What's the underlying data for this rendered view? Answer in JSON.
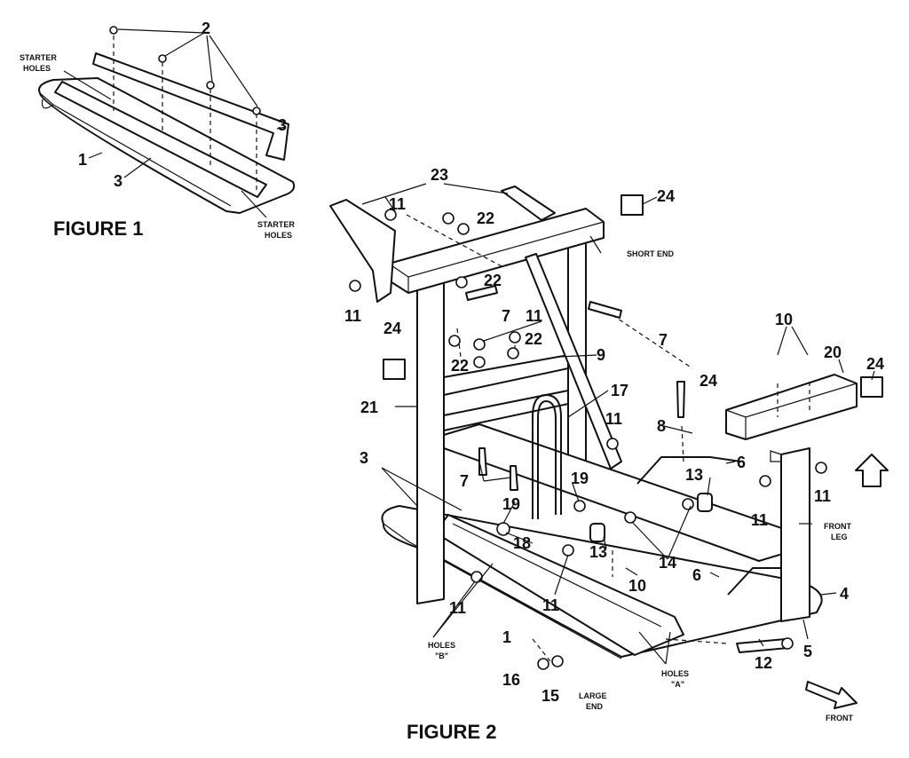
{
  "figures": {
    "figure1_title": "FIGURE 1",
    "figure2_title": "FIGURE 2"
  },
  "text_labels": {
    "starter_holes": "STARTER HOLES",
    "starter_holes_b": "STARTER HOLES",
    "short_end": "SHORT END",
    "front_leg": "FRONT LEG",
    "holes_b": "HOLES \"B\"",
    "holes_a": "HOLES \"A\"",
    "large_end": "LARGE END",
    "front": "FRONT"
  },
  "callouts": {
    "c1": "1",
    "c2": "2",
    "c3": "3",
    "c4": "4",
    "c5": "5",
    "c6": "6",
    "c7": "7",
    "c8": "8",
    "c9": "9",
    "c10": "10",
    "c11": "11",
    "c12": "12",
    "c13": "13",
    "c14": "14",
    "c15": "15",
    "c16": "16",
    "c17": "17",
    "c18": "18",
    "c19": "19",
    "c20": "20",
    "c21": "21",
    "c22": "22",
    "c23": "23",
    "c24": "24"
  }
}
